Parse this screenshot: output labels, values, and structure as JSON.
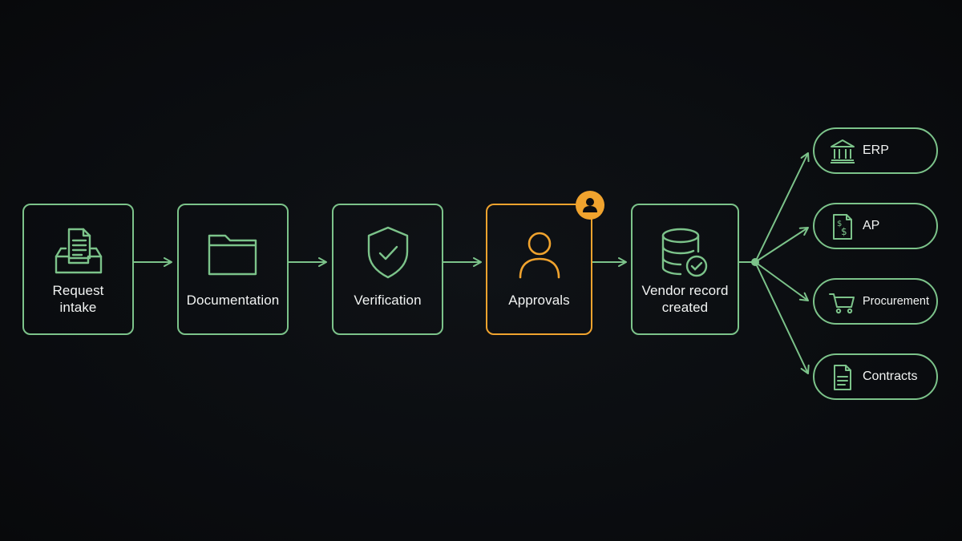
{
  "colors": {
    "background": "#0b0d10",
    "stroke_green": "#7cc38a",
    "highlight_orange": "#f0a32e",
    "text": "#f2f4f3"
  },
  "steps": [
    {
      "label": "Request\nintake",
      "icon": "inbox-document-icon"
    },
    {
      "label": "Documentation",
      "icon": "folder-icon"
    },
    {
      "label": "Verification",
      "icon": "shield-check-icon"
    },
    {
      "label": "Approvals",
      "icon": "user-icon",
      "highlighted": true,
      "badge_icon": "user-badge-icon"
    },
    {
      "label": "Vendor record\ncreated",
      "icon": "database-check-icon"
    }
  ],
  "targets": [
    {
      "label": "ERP",
      "icon": "bank-icon"
    },
    {
      "label": "AP",
      "icon": "invoice-dollar-icon"
    },
    {
      "label": "Procurement",
      "icon": "shopping-cart-icon"
    },
    {
      "label": "Contracts",
      "icon": "document-icon"
    }
  ]
}
